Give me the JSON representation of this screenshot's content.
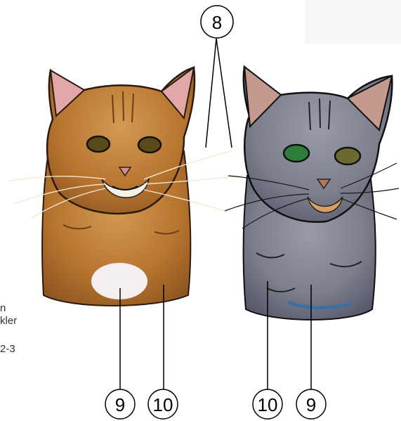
{
  "callouts": {
    "top": "8",
    "left_belly": "9",
    "left_leg": "10",
    "right_leg": "10",
    "right_belly": "9"
  },
  "side_text": {
    "line1": "n",
    "line2": "kler",
    "line3": "2-3"
  },
  "colors": {
    "orange_cat": "#b8752f",
    "grey_cat": "#7d7f8c",
    "outline": "#1a1a1a"
  }
}
